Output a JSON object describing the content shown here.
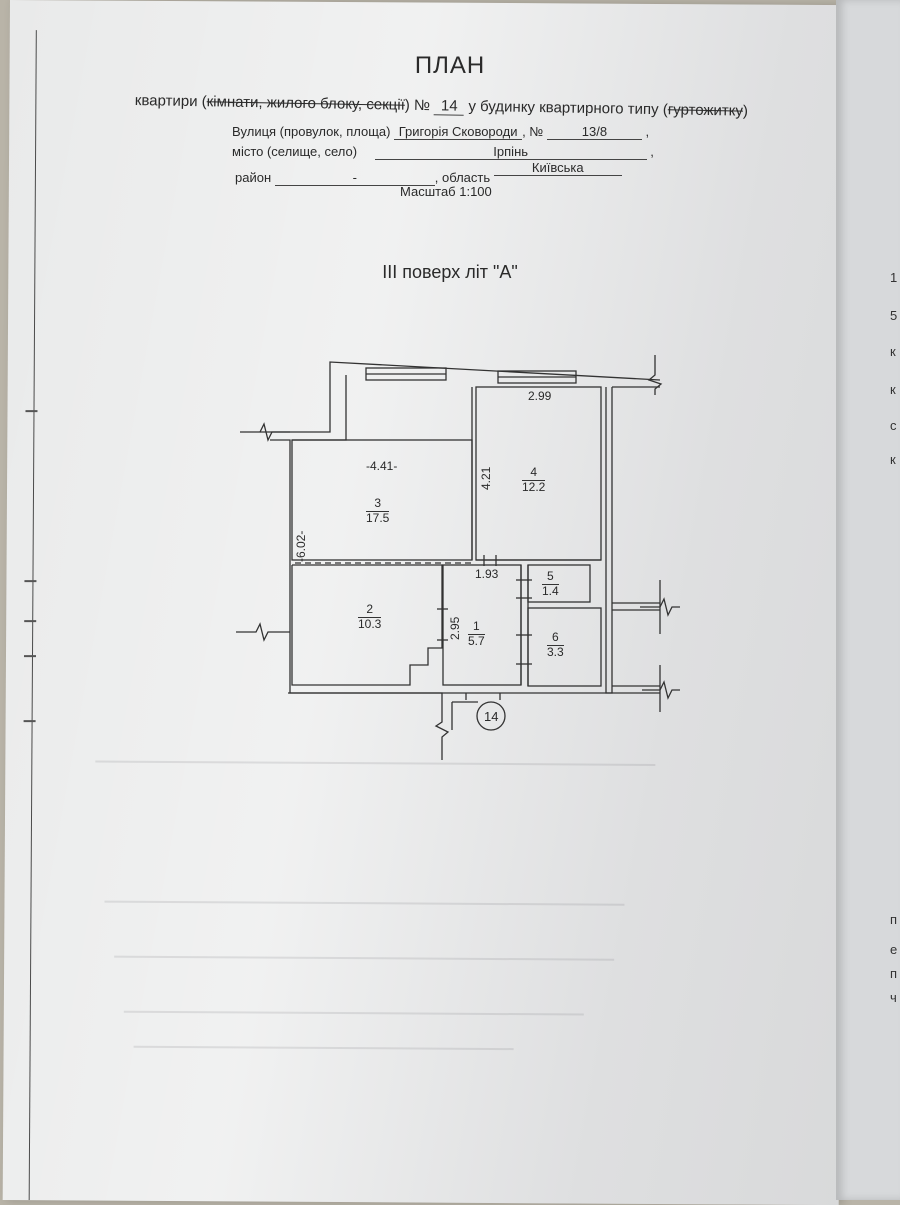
{
  "document": {
    "title": "ПЛАН",
    "line1": {
      "prefix": "квартири (",
      "struck": "кімнати, жилого блоку, секції",
      "mid": ") №",
      "number": "14",
      "suffix": "у будинку квартирного типу (",
      "struck2": "гуртожитку",
      "end": ")"
    },
    "street": {
      "label": "Вулиця (провулок, площа)",
      "value": "Григорія Сковороди",
      "no_label": ", №",
      "no_value": "13/8",
      "comma": ","
    },
    "city": {
      "label": "місто (селище, село)",
      "value": "Ірпінь",
      "comma": ","
    },
    "district": {
      "label": "район",
      "value": "-",
      "oblast_label": ", область",
      "oblast_value": "Київська"
    },
    "scale": "Масштаб  1:100",
    "floor": "III поверх  літ \"А\""
  },
  "plan": {
    "apartment_number": "14",
    "dimensions": {
      "d1": "2.99",
      "d2": "-4.41-",
      "d3": "4.21",
      "d4": "-6.02-",
      "d5": "1.93",
      "d6": "2.95"
    },
    "rooms": [
      {
        "number": "1",
        "area": "5.7"
      },
      {
        "number": "2",
        "area": "10.3"
      },
      {
        "number": "3",
        "area": "17.5"
      },
      {
        "number": "4",
        "area": "12.2"
      },
      {
        "number": "5",
        "area": "1.4"
      },
      {
        "number": "6",
        "area": "3.3"
      }
    ]
  },
  "next_sheet_fragments": [
    "1",
    "5",
    "к",
    "к",
    "с",
    "к",
    "п",
    "е",
    "п",
    "ч"
  ]
}
